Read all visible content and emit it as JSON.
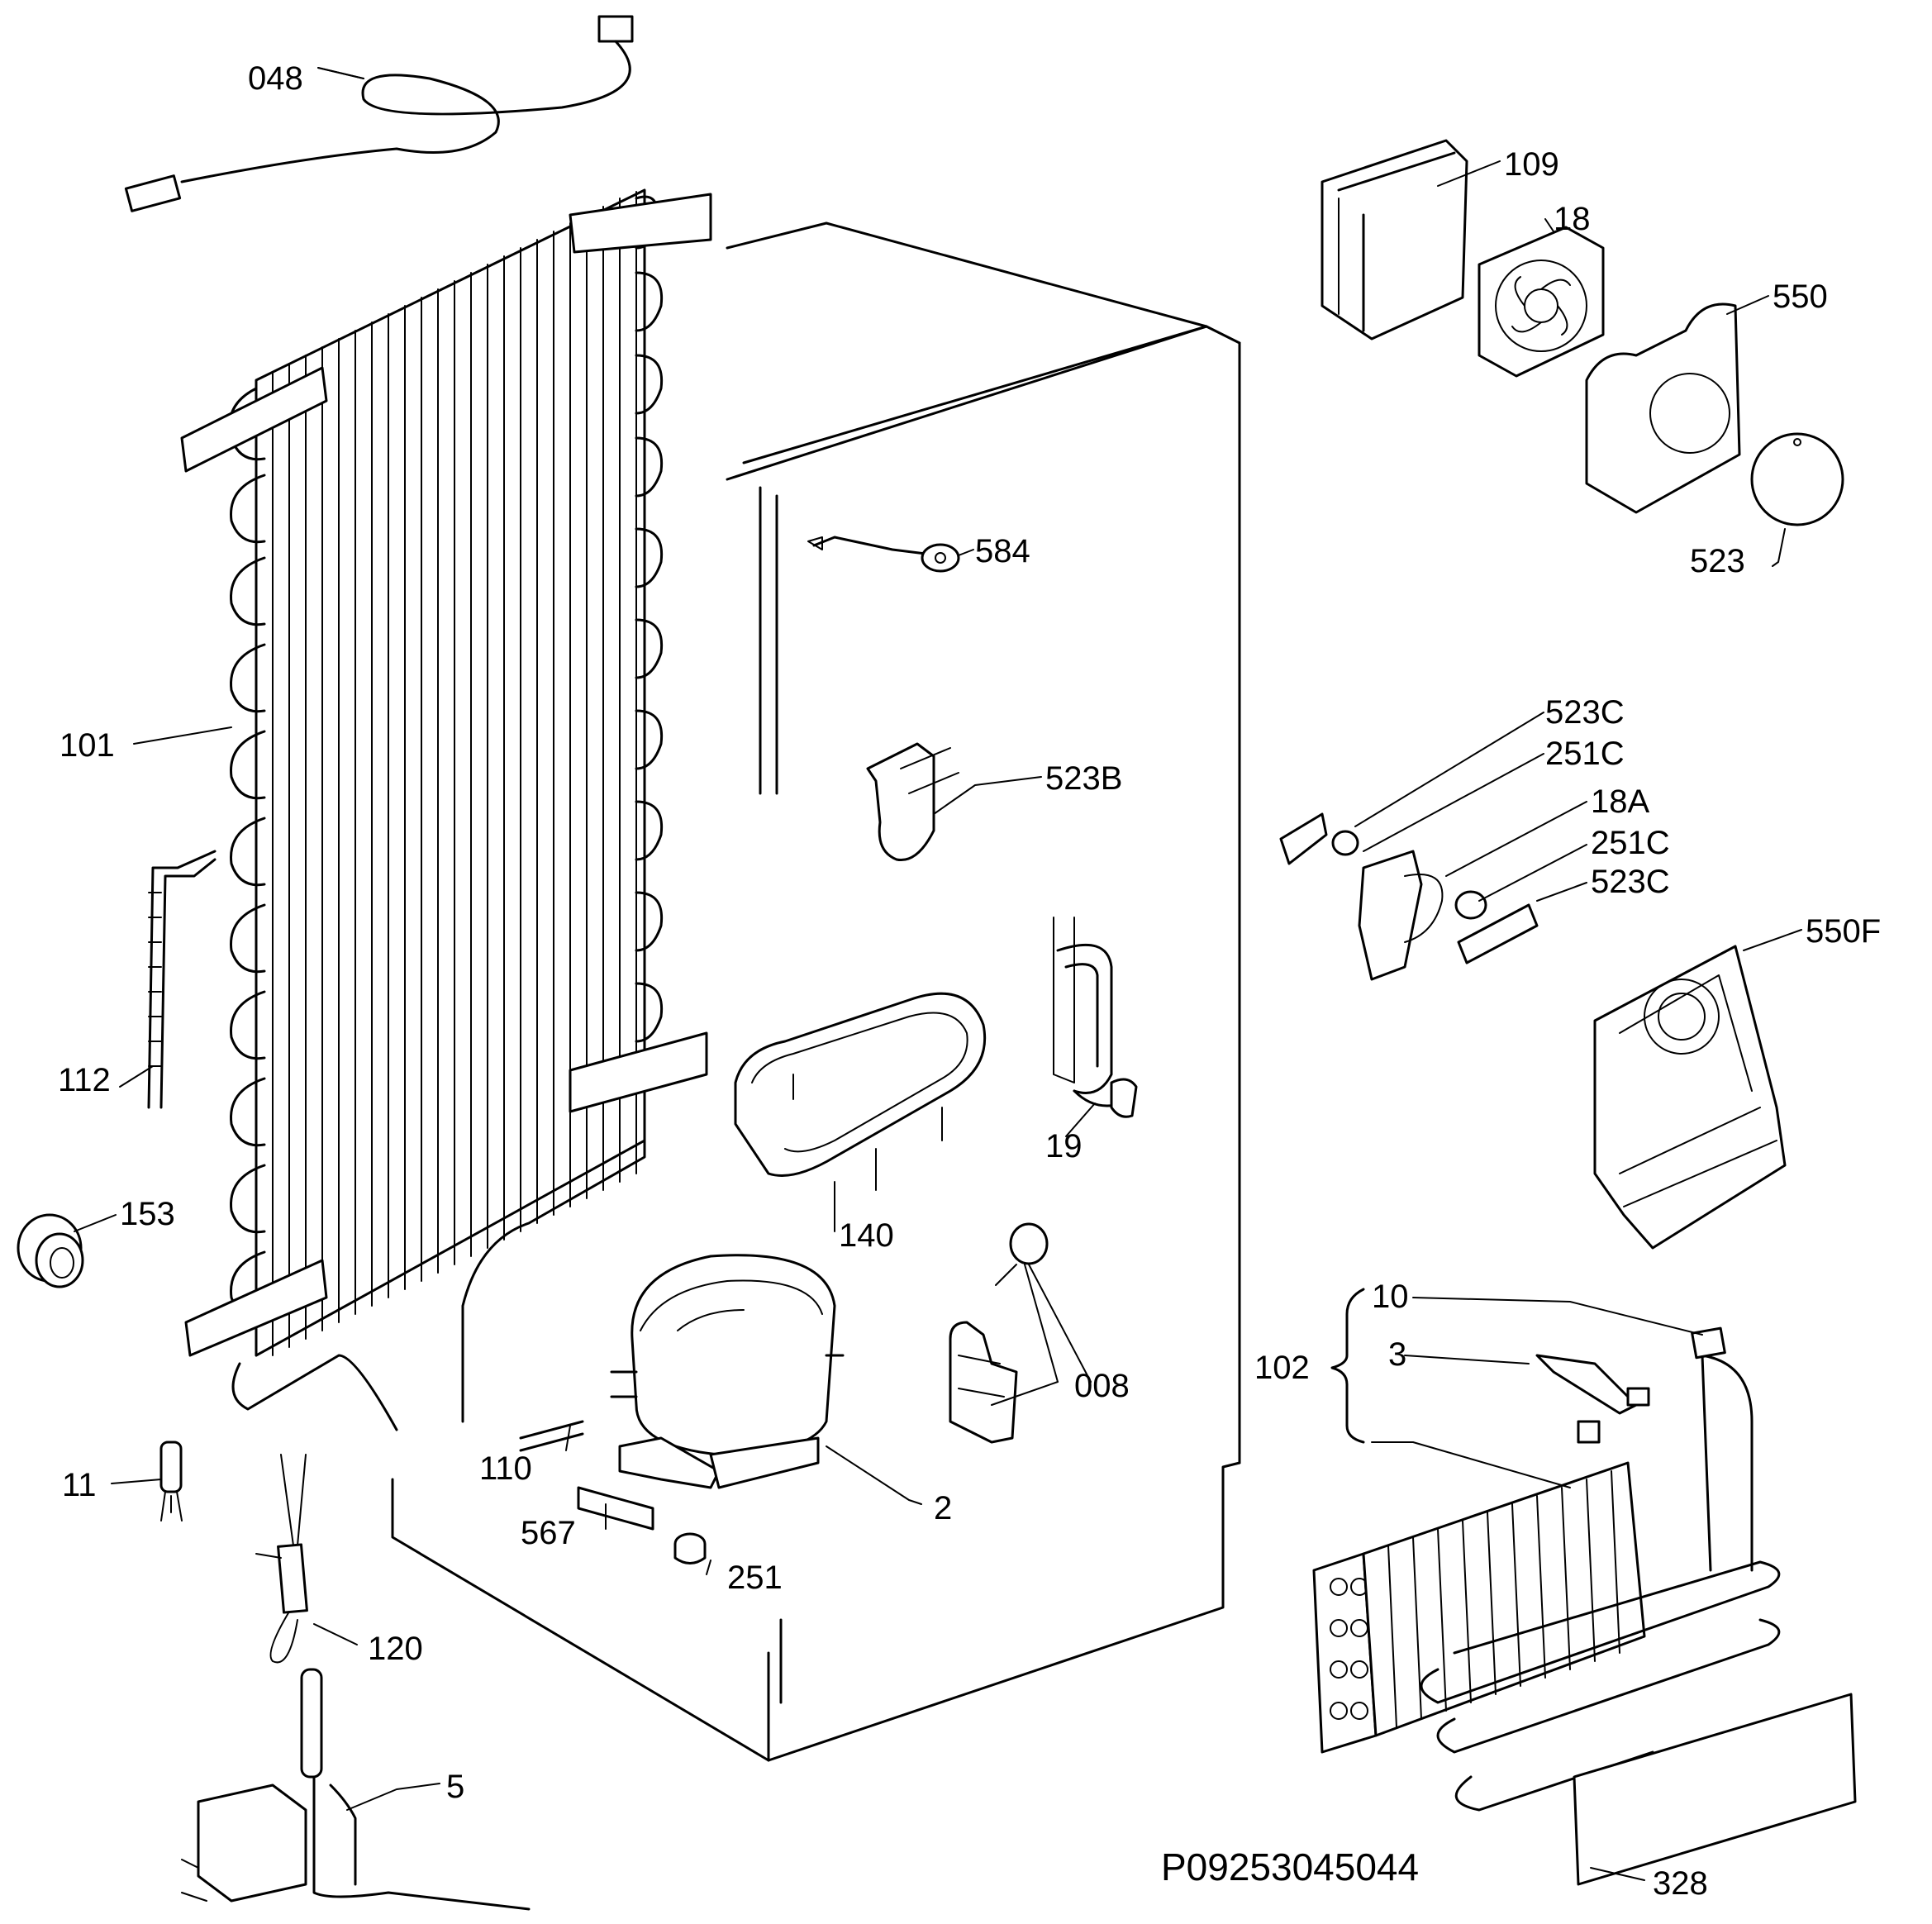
{
  "labels": {
    "p048": "048",
    "p109": "109",
    "p18": "18",
    "p550": "550",
    "p523": "523",
    "p584": "584",
    "p101": "101",
    "p523b": "523B",
    "p523c_a": "523C",
    "p251c_a": "251C",
    "p18a": "18A",
    "p251c_b": "251C",
    "p523c_b": "523C",
    "p550f": "550F",
    "p112": "112",
    "p19": "19",
    "p153": "153",
    "p140": "140",
    "p10": "10",
    "p102": "102",
    "p3": "3",
    "p008": "008",
    "p11": "11",
    "p110": "110",
    "p2": "2",
    "p567": "567",
    "p251": "251",
    "p120": "120",
    "p5": "5",
    "p328": "328"
  },
  "drawing_code": "P09253045044"
}
